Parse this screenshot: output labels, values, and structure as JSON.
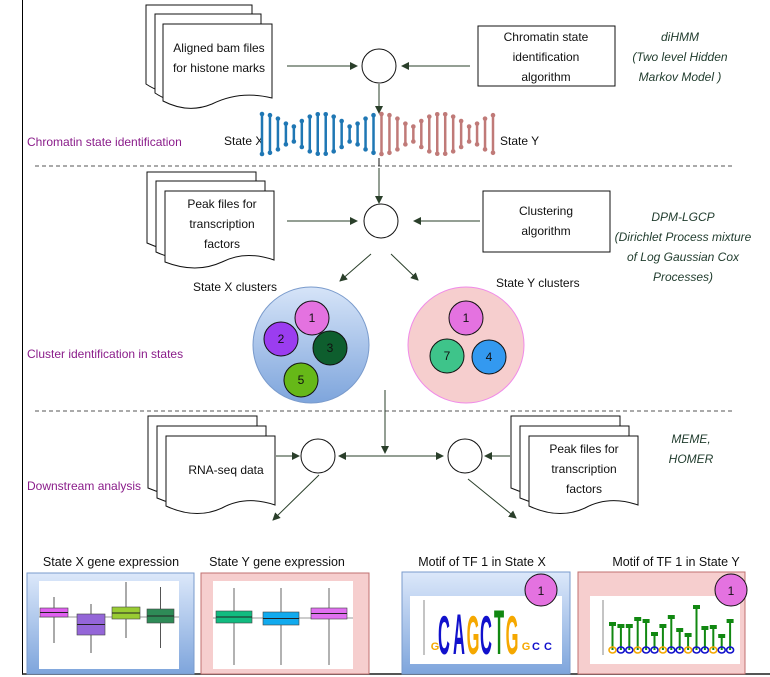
{
  "sections": {
    "chromatin": "Chromatin state identification",
    "cluster": "Cluster identification in states",
    "downstream": "Downstream analysis"
  },
  "stage1": {
    "input_doc": [
      "Aligned bam files",
      "for histone marks"
    ],
    "algorithm_box": [
      "Chromatin state",
      "identification",
      "algorithm"
    ],
    "algorithm_name": [
      "diHMM",
      "(Two level Hidden",
      "Markov Model )"
    ],
    "state_x_label": "State X",
    "state_y_label": "State Y",
    "dna_colors": {
      "state_x": "#1f77b4",
      "state_y": "#c07a78"
    }
  },
  "stage2": {
    "input_doc": [
      "Peak files for",
      "transcription",
      "factors"
    ],
    "algorithm_box": [
      "Clustering",
      "algorithm"
    ],
    "algorithm_name": [
      "DPM-LGCP",
      "(Dirichlet Process mixture",
      "of Log Gaussian Cox",
      "Processes)"
    ],
    "state_x_clusters_label": "State X clusters",
    "state_y_clusters_label": "State Y clusters",
    "state_x_clusters": [
      {
        "id": "1",
        "color": "#e472e0"
      },
      {
        "id": "2",
        "color": "#9b3df0"
      },
      {
        "id": "3",
        "color": "#0e5e2e"
      },
      {
        "id": "5",
        "color": "#66b818"
      }
    ],
    "state_y_clusters": [
      {
        "id": "1",
        "color": "#e472e0"
      },
      {
        "id": "7",
        "color": "#3ec48a"
      },
      {
        "id": "4",
        "color": "#3399f0"
      }
    ]
  },
  "stage3": {
    "left_doc": [
      "RNA-seq data"
    ],
    "right_doc": [
      "Peak files for",
      "transcription",
      "factors"
    ],
    "algorithm_name": [
      "MEME,",
      "HOMER"
    ]
  },
  "outputs": {
    "state_x_expression_title": "State X gene expression",
    "state_y_expression_title": "State Y gene expression",
    "motif_x_title": "Motif of TF 1 in State X",
    "motif_y_title": "Motif of TF 1 in State Y",
    "motif_badge": "1",
    "state_x_boxes": [
      {
        "color": "#e060f0"
      },
      {
        "color": "#9466d8"
      },
      {
        "color": "#99cc33"
      },
      {
        "color": "#2e8b57"
      }
    ],
    "state_y_boxes": [
      {
        "color": "#11bb80"
      },
      {
        "color": "#11aaee"
      },
      {
        "color": "#e070f0"
      }
    ],
    "motif_x_sequence": "CAGCTG",
    "motif_y_sequence": "TTTTTTTTTTTTTTTT"
  }
}
